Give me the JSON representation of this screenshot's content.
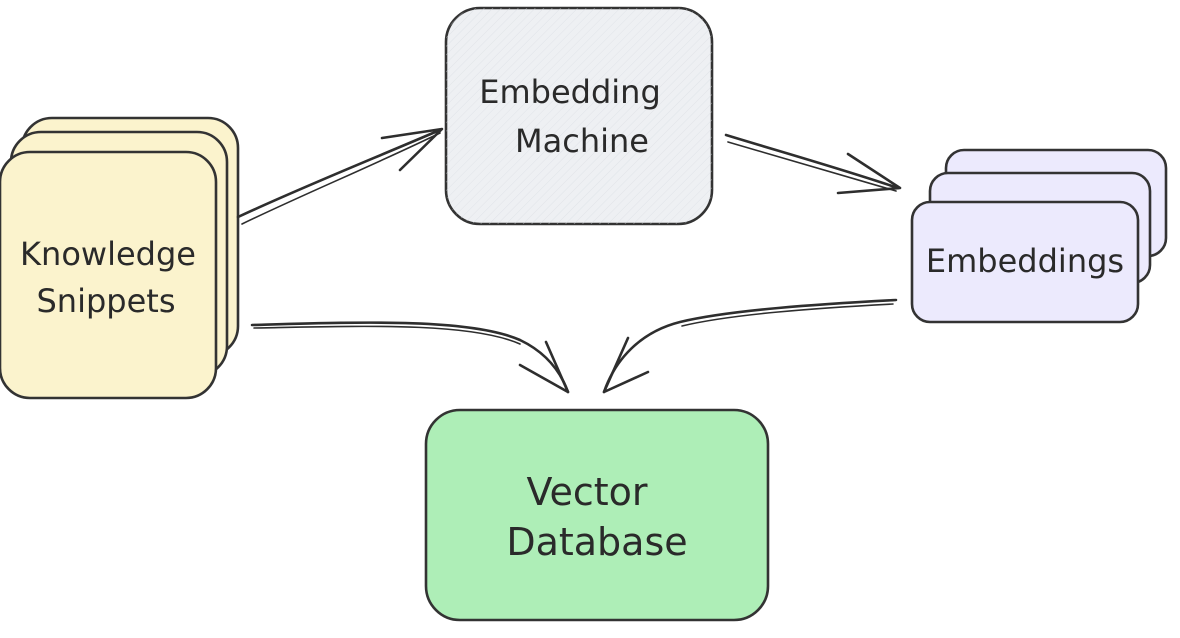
{
  "nodes": {
    "knowledge_snippets": {
      "label_line1": "Knowledge",
      "label_line2": "Snippets",
      "fill": "#fbf3cd"
    },
    "embedding_machine": {
      "label_line1": "Embedding",
      "label_line2": "Machine",
      "fill": "#eef0f3"
    },
    "embeddings": {
      "label": "Embeddings",
      "fill": "#eceafd"
    },
    "vector_database": {
      "label_line1": "Vector",
      "label_line2": "Database",
      "fill": "#aeeeb7"
    }
  },
  "edges": [
    {
      "from": "knowledge_snippets",
      "to": "embedding_machine"
    },
    {
      "from": "embedding_machine",
      "to": "embeddings"
    },
    {
      "from": "knowledge_snippets",
      "to": "vector_database"
    },
    {
      "from": "embeddings",
      "to": "vector_database"
    }
  ]
}
